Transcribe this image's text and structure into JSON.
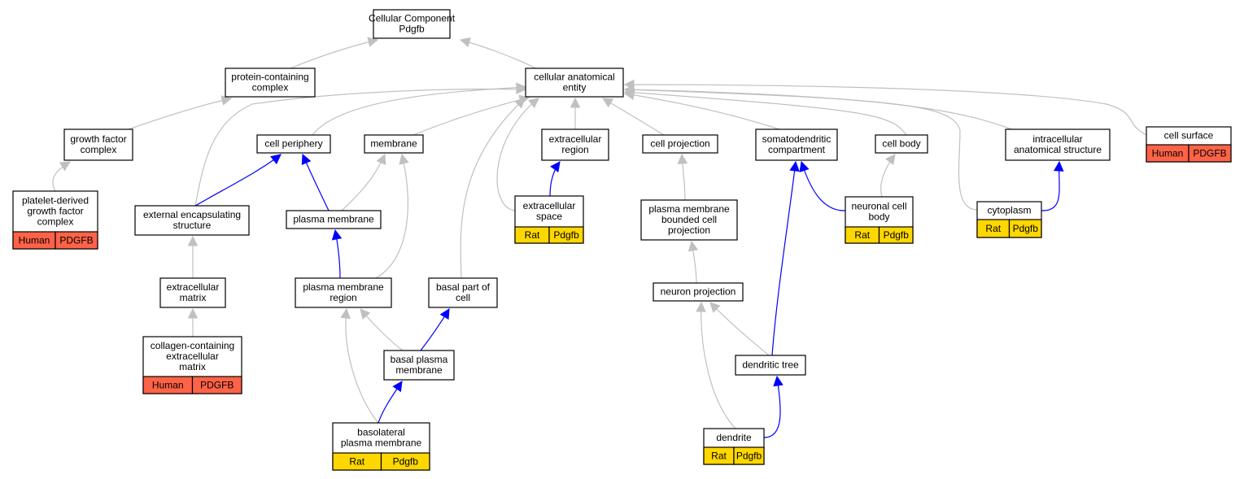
{
  "colors": {
    "is_a": "#c0c0c0",
    "part_of": "#0000ff",
    "human": "#ff6347",
    "rat": "#ffd700"
  },
  "nodes": [
    {
      "id": "root",
      "lines": [
        "Cellular Component",
        "Pdgfb"
      ]
    },
    {
      "id": "pcc",
      "lines": [
        "protein-containing",
        "complex"
      ]
    },
    {
      "id": "cae",
      "lines": [
        "cellular anatomical",
        "entity"
      ]
    },
    {
      "id": "gfc",
      "lines": [
        "growth factor",
        "complex"
      ]
    },
    {
      "id": "pdgfc",
      "lines": [
        "platelet-derived",
        "growth factor",
        "complex"
      ],
      "annot": [
        "Human",
        "PDGFB"
      ],
      "annot_color": "human"
    },
    {
      "id": "cp",
      "lines": [
        "cell periphery"
      ]
    },
    {
      "id": "mem",
      "lines": [
        "membrane"
      ]
    },
    {
      "id": "ecr",
      "lines": [
        "extracellular",
        "region"
      ]
    },
    {
      "id": "cproj",
      "lines": [
        "cell projection"
      ]
    },
    {
      "id": "sdc",
      "lines": [
        "somatodendritic",
        "compartment"
      ]
    },
    {
      "id": "cb",
      "lines": [
        "cell body"
      ]
    },
    {
      "id": "ias",
      "lines": [
        "intracellular",
        "anatomical structure"
      ]
    },
    {
      "id": "cs",
      "lines": [
        "cell surface"
      ],
      "annot": [
        "Human",
        "PDGFB"
      ],
      "annot_color": "human"
    },
    {
      "id": "ees",
      "lines": [
        "external encapsulating",
        "structure"
      ]
    },
    {
      "id": "pm",
      "lines": [
        "plasma membrane"
      ]
    },
    {
      "id": "ecs",
      "lines": [
        "extracellular",
        "space"
      ],
      "annot": [
        "Rat",
        "Pdgfb"
      ],
      "annot_color": "rat"
    },
    {
      "id": "pmbcp",
      "lines": [
        "plasma membrane",
        "bounded cell",
        "projection"
      ]
    },
    {
      "id": "ncb",
      "lines": [
        "neuronal cell",
        "body"
      ],
      "annot": [
        "Rat",
        "Pdgfb"
      ],
      "annot_color": "rat"
    },
    {
      "id": "cyto",
      "lines": [
        "cytoplasm"
      ],
      "annot": [
        "Rat",
        "Pdgfb"
      ],
      "annot_color": "rat"
    },
    {
      "id": "ecm",
      "lines": [
        "extracellular",
        "matrix"
      ]
    },
    {
      "id": "pmr",
      "lines": [
        "plasma membrane",
        "region"
      ]
    },
    {
      "id": "bpc",
      "lines": [
        "basal part of",
        "cell"
      ]
    },
    {
      "id": "np",
      "lines": [
        "neuron projection"
      ]
    },
    {
      "id": "cecm",
      "lines": [
        "collagen-containing",
        "extracellular",
        "matrix"
      ],
      "annot": [
        "Human",
        "PDGFB"
      ],
      "annot_color": "human"
    },
    {
      "id": "bpm",
      "lines": [
        "basal plasma",
        "membrane"
      ]
    },
    {
      "id": "dt",
      "lines": [
        "dendritic tree"
      ]
    },
    {
      "id": "blpm",
      "lines": [
        "basolateral",
        "plasma membrane"
      ],
      "annot": [
        "Rat",
        "Pdgfb"
      ],
      "annot_color": "rat"
    },
    {
      "id": "den",
      "lines": [
        "dendrite"
      ],
      "annot": [
        "Rat",
        "Pdgfb"
      ],
      "annot_color": "rat"
    }
  ],
  "edges": [
    {
      "from": "pcc",
      "to": "root",
      "type": "is_a"
    },
    {
      "from": "cae",
      "to": "root",
      "type": "is_a"
    },
    {
      "from": "gfc",
      "to": "pcc",
      "type": "is_a"
    },
    {
      "from": "pdgfc",
      "to": "gfc",
      "type": "is_a"
    },
    {
      "from": "cp",
      "to": "cae",
      "type": "is_a"
    },
    {
      "from": "mem",
      "to": "cae",
      "type": "is_a"
    },
    {
      "from": "ecr",
      "to": "cae",
      "type": "is_a"
    },
    {
      "from": "cproj",
      "to": "cae",
      "type": "is_a"
    },
    {
      "from": "sdc",
      "to": "cae",
      "type": "is_a"
    },
    {
      "from": "cb",
      "to": "cae",
      "type": "is_a"
    },
    {
      "from": "ias",
      "to": "cae",
      "type": "is_a"
    },
    {
      "from": "cs",
      "to": "cae",
      "type": "is_a"
    },
    {
      "from": "ees",
      "to": "cae",
      "type": "is_a"
    },
    {
      "from": "ecs",
      "to": "cae",
      "type": "is_a"
    },
    {
      "from": "bpc",
      "to": "cae",
      "type": "is_a"
    },
    {
      "from": "cyto",
      "to": "cae",
      "type": "is_a"
    },
    {
      "from": "ees",
      "to": "cp",
      "type": "part_of"
    },
    {
      "from": "pm",
      "to": "cp",
      "type": "part_of"
    },
    {
      "from": "pm",
      "to": "mem",
      "type": "is_a"
    },
    {
      "from": "pmr",
      "to": "mem",
      "type": "is_a"
    },
    {
      "from": "ecs",
      "to": "ecr",
      "type": "part_of"
    },
    {
      "from": "pmbcp",
      "to": "cproj",
      "type": "is_a"
    },
    {
      "from": "ncb",
      "to": "sdc",
      "type": "part_of"
    },
    {
      "from": "ncb",
      "to": "cb",
      "type": "is_a"
    },
    {
      "from": "cyto",
      "to": "ias",
      "type": "part_of"
    },
    {
      "from": "ecm",
      "to": "ees",
      "type": "is_a"
    },
    {
      "from": "pmr",
      "to": "pm",
      "type": "part_of"
    },
    {
      "from": "np",
      "to": "pmbcp",
      "type": "is_a"
    },
    {
      "from": "cecm",
      "to": "ecm",
      "type": "is_a"
    },
    {
      "from": "bpm",
      "to": "pmr",
      "type": "is_a"
    },
    {
      "from": "bpm",
      "to": "bpc",
      "type": "part_of"
    },
    {
      "from": "dt",
      "to": "np",
      "type": "is_a"
    },
    {
      "from": "dt",
      "to": "sdc",
      "type": "part_of"
    },
    {
      "from": "blpm",
      "to": "pmr",
      "type": "is_a"
    },
    {
      "from": "blpm",
      "to": "bpm",
      "type": "part_of"
    },
    {
      "from": "den",
      "to": "np",
      "type": "is_a"
    },
    {
      "from": "den",
      "to": "dt",
      "type": "part_of"
    }
  ]
}
